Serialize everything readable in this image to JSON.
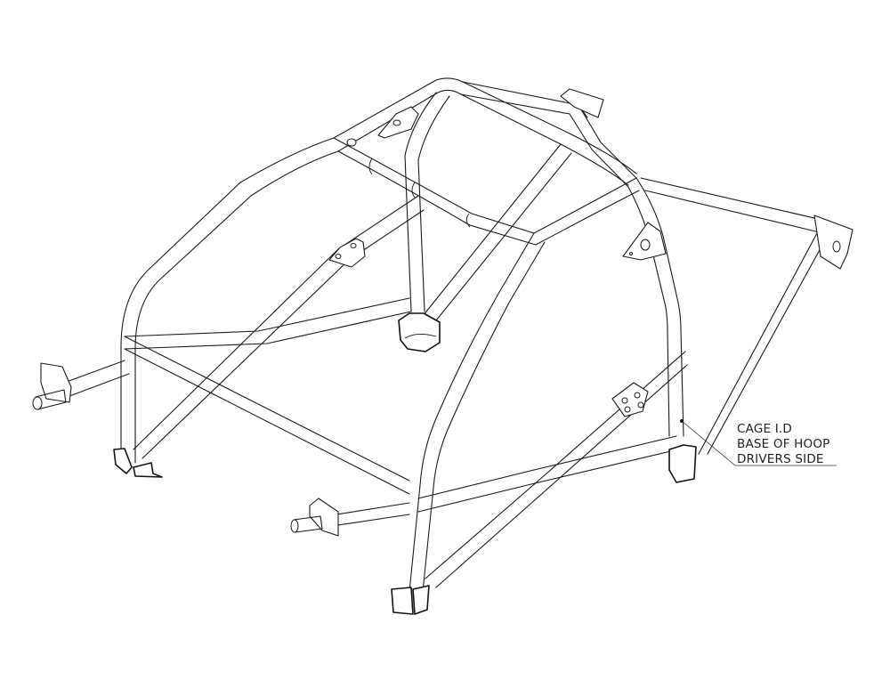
{
  "diagram": {
    "subject": "Roll cage isometric line drawing",
    "annotation": {
      "lines": [
        "CAGE I.D",
        "BASE OF HOOP",
        "DRIVERS SIDE"
      ],
      "marker": "dot"
    },
    "colors": {
      "background": "#ffffff",
      "line": "#1a1a1a"
    }
  }
}
